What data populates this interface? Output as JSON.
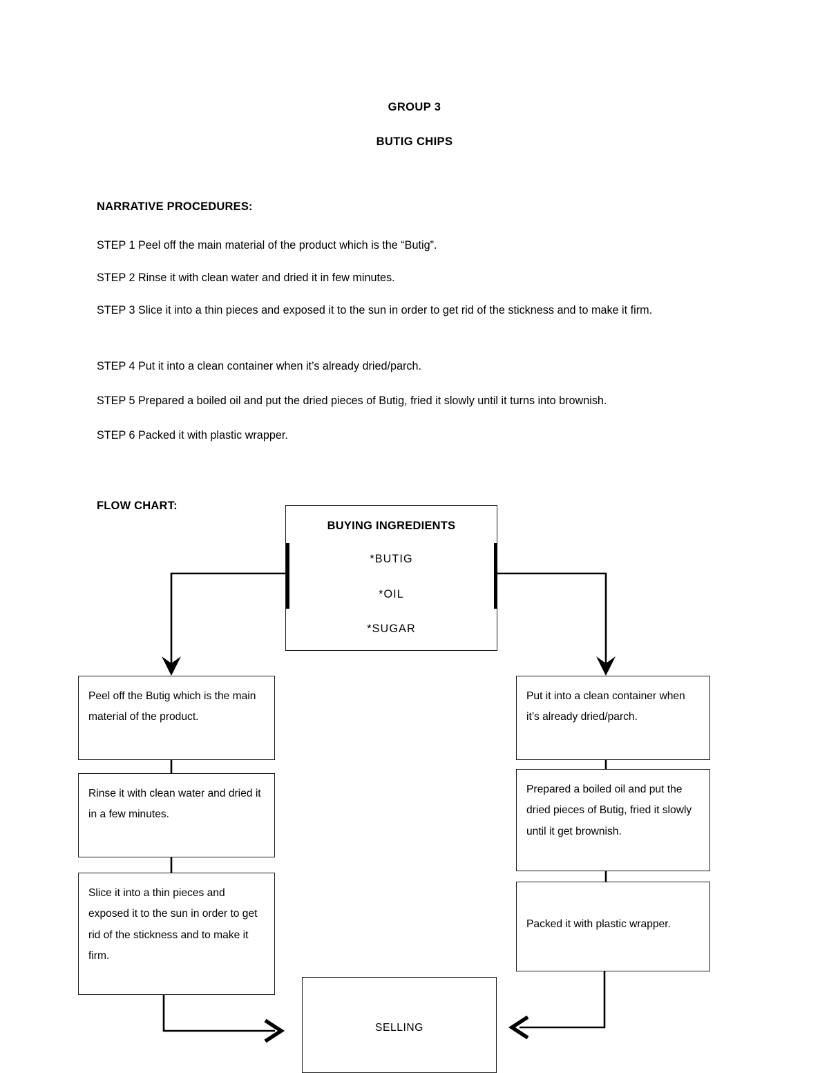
{
  "document": {
    "title_group": "GROUP 3",
    "title_subject": "BUTIG CHIPS",
    "narrative_heading": "NARRATIVE PROCEDURES:",
    "flowchart_heading": "FLOW CHART:",
    "steps": [
      {
        "id": "step-1",
        "text": " STEP 1 Peel off the main material of the product which is the “Butig”."
      },
      {
        "id": "step-2",
        "text": "STEP 2 Rinse it with clean water and dried it in few minutes."
      },
      {
        "id": "step-3",
        "text": "STEP 3 Slice it into a thin pieces and exposed it to the sun in order to get rid of the stickness  and to make it firm."
      },
      {
        "id": "step-4",
        "text": "STEP 4 Put it into a clean container when it’s already dried/parch."
      },
      {
        "id": "step-5",
        "text": "STEP 5 Prepared  a boiled oil and put the dried pieces of Butig, fried it slowly until it turns into brownish."
      },
      {
        "id": "step-6",
        "text": "STEP 6 Packed it with plastic wrapper."
      }
    ]
  },
  "flowchart": {
    "start_node": {
      "title": "BUYING INGREDIENTS",
      "items": [
        "*BUTIG",
        "*OIL",
        "*SUGAR"
      ]
    },
    "left_branch": [
      {
        "id": "node-l1",
        "text": " Peel off the Butig which is the main material of the product."
      },
      {
        "id": "node-l2",
        "text": " Rinse it with clean water and dried it in a  few minutes."
      },
      {
        "id": "node-l3",
        "text": "Slice it into a thin pieces and exposed it to the sun in order to get rid of the stickness and to make it firm."
      }
    ],
    "right_branch": [
      {
        "id": "node-r1",
        "text": " Put it into a clean container when it’s already dried/parch."
      },
      {
        "id": "node-r2",
        "text": " Prepared  a boiled oil and put the dried pieces of Butig, fried it slowly until it get brownish."
      },
      {
        "id": "node-r3",
        "text": "Packed it with plastic wrapper."
      }
    ],
    "end_node": {
      "text": "SELLING"
    }
  },
  "colors": {
    "ink": "#000000",
    "border": "#1a1a1a",
    "page": "#ffffff"
  }
}
